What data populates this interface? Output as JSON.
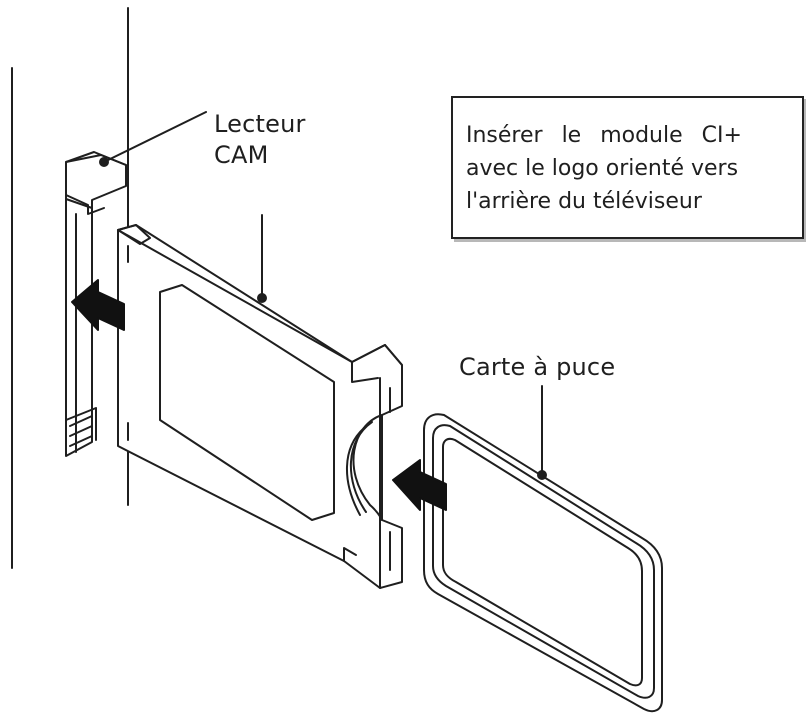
{
  "labels": {
    "cam_reader": [
      "Lecteur",
      "CAM"
    ],
    "smart_card": "Carte à puce"
  },
  "instruction": {
    "lines": [
      "Insérer le module CI+",
      "avec le logo orienté vers",
      "l'arrière du téléviseur"
    ]
  },
  "colors": {
    "line": "#1f1f1f",
    "arrow": "#111111",
    "shadow": "#b8b8b8",
    "background": "#ffffff"
  },
  "icons": {
    "insert_module_arrow": "arrow-left-icon",
    "insert_card_arrow": "arrow-left-icon"
  }
}
